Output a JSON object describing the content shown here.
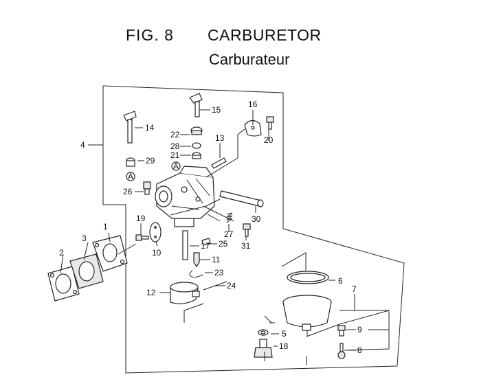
{
  "figure": {
    "label": "FIG.   8",
    "title_en": "CARBURETOR",
    "title_fr": "Carburateur"
  },
  "callouts": {
    "p1": "1",
    "p2": "2",
    "p3": "3",
    "p4": "4",
    "p5": "5",
    "p6": "6",
    "p7": "7",
    "p8": "8",
    "p9": "9",
    "p10": "10",
    "p11": "11",
    "p12": "12",
    "p13": "13",
    "p14": "14",
    "p15": "15",
    "p16": "16",
    "p17": "17",
    "p18": "18",
    "p19": "19",
    "p20": "20",
    "p21": "21",
    "p22": "22",
    "p23": "23",
    "p24": "24",
    "p25": "25",
    "p26": "26",
    "p27": "27",
    "p28": "28",
    "p29": "29",
    "p30": "30",
    "p31": "31"
  },
  "reference_marks": {
    "a_upper": "A",
    "a_lower": "A"
  }
}
